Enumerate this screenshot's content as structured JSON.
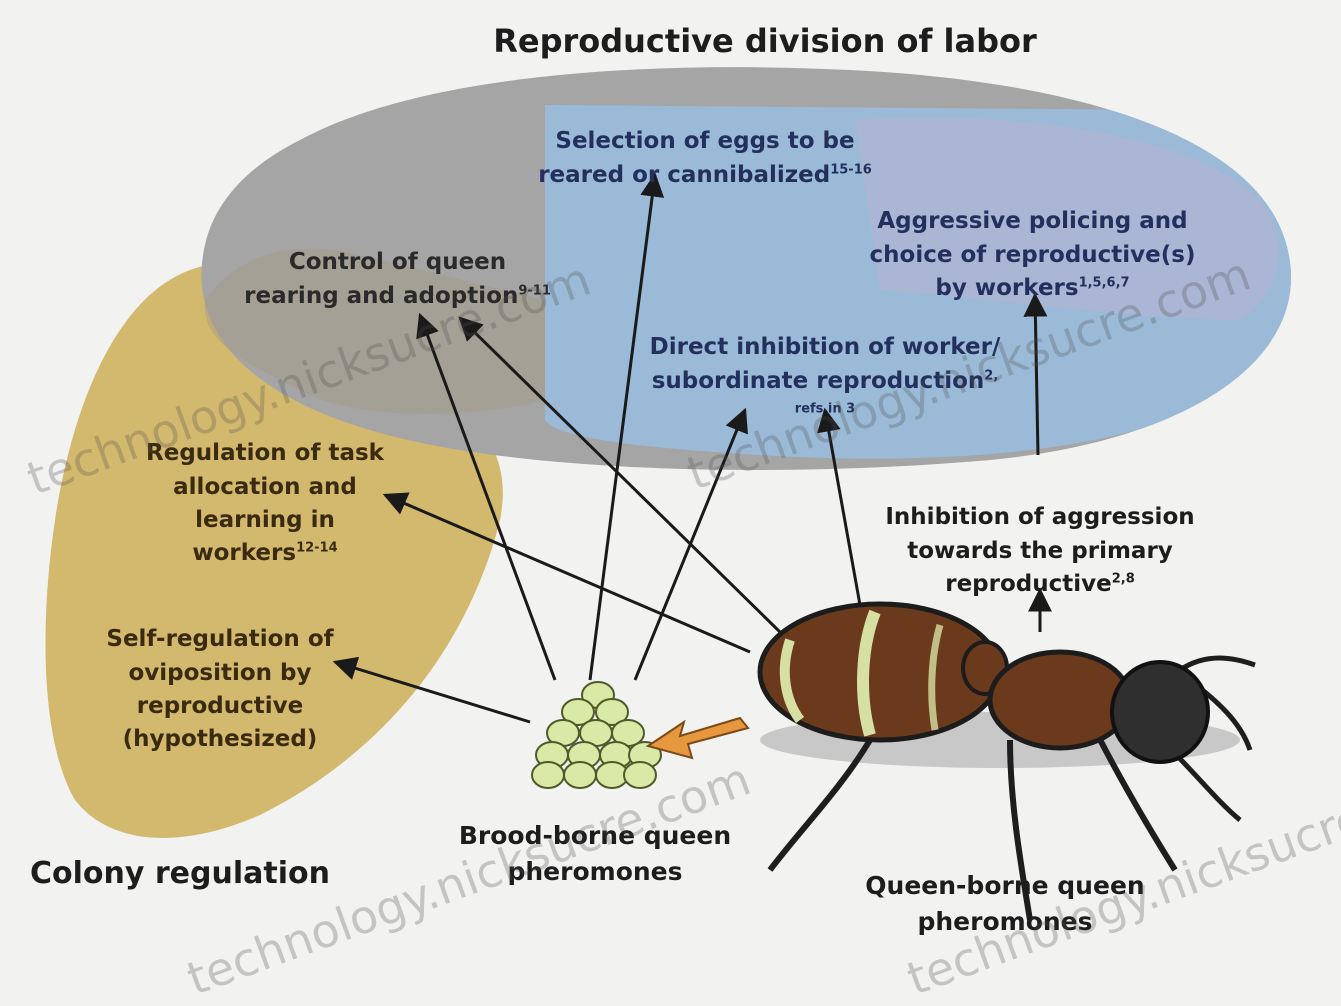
{
  "title": "Reproductive division of labor",
  "section_label": "Colony regulation",
  "effects": {
    "egg_selection": {
      "text": "Selection of eggs to be\nreared or cannibalized",
      "ref": "15-16"
    },
    "queen_rearing": {
      "text": "Control of queen\nrearing and adoption",
      "ref": "9-11"
    },
    "policing": {
      "text": "Aggressive policing and\nchoice of reproductive(s)\nby workers",
      "ref": "1,5,6,7"
    },
    "direct_inhibition": {
      "text": "Direct inhibition of worker/\nsubordinate reproduction",
      "ref": "2,\nrefs in 3"
    },
    "task_allocation": {
      "text": "Regulation of task\nallocation and\nlearning in\nworkers",
      "ref": "12-14"
    },
    "oviposition": {
      "text": "Self-regulation of\noviposition by\nreproductive\n(hypothesized)",
      "ref": ""
    },
    "aggression_inhibition": {
      "text": "Inhibition of aggression\ntowards the primary\nreproductive",
      "ref": "2,8"
    }
  },
  "sources": {
    "brood": "Brood-borne queen\npheromones",
    "queen": "Queen-borne queen\npheromones"
  },
  "watermark": "technology.nicksucre.com",
  "colors": {
    "gold": "#d3b96e",
    "gray": "#a5a5a5",
    "blue": "#9bbad7",
    "lavender": "#b8b3d4",
    "egg": "#d9e9a6",
    "ant_brown": "#6b3a1c",
    "ant_dark": "#2f2f2f",
    "arrow_orange": "#e7983f"
  }
}
